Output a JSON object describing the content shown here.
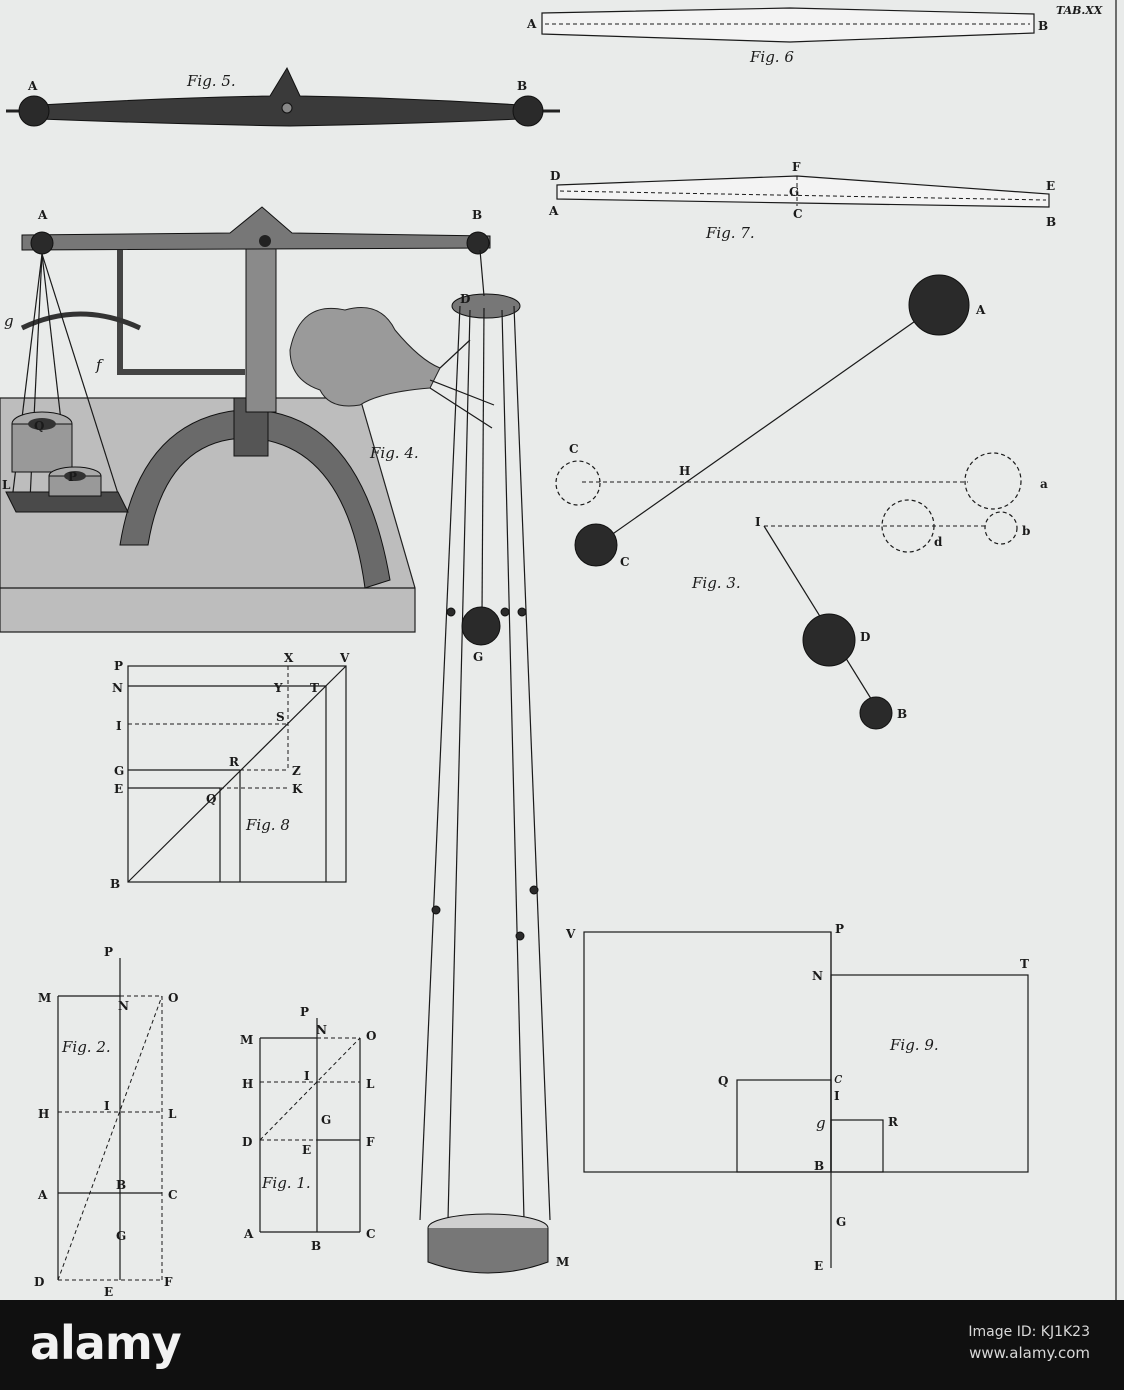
{
  "plate": {
    "tab_label": "TAB.XX",
    "figures": {
      "fig1": {
        "caption": "Fig. 1.",
        "labels": [
          "P",
          "N",
          "M",
          "O",
          "H",
          "I",
          "L",
          "G",
          "D",
          "E",
          "F",
          "A",
          "B",
          "C"
        ]
      },
      "fig2": {
        "caption": "Fig. 2.",
        "labels": [
          "P",
          "M",
          "N",
          "O",
          "H",
          "I",
          "L",
          "A",
          "B",
          "C",
          "G",
          "D",
          "E",
          "F"
        ]
      },
      "fig3": {
        "caption": "Fig. 3.",
        "labels": [
          "A",
          "H",
          "C",
          "a",
          "I",
          "d",
          "b",
          "C",
          "D",
          "B"
        ]
      },
      "fig4": {
        "caption": "Fig. 4.",
        "labels": [
          "A",
          "B",
          "D",
          "g",
          "f",
          "Q",
          "P",
          "L",
          "G",
          "M"
        ]
      },
      "fig5": {
        "caption": "Fig. 5.",
        "labels": [
          "A",
          "B"
        ]
      },
      "fig6": {
        "caption": "Fig. 6",
        "labels": [
          "A",
          "B"
        ]
      },
      "fig7": {
        "caption": "Fig. 7.",
        "labels": [
          "D",
          "F",
          "E",
          "G",
          "A",
          "C",
          "B"
        ]
      },
      "fig8": {
        "caption": "Fig. 8",
        "labels": [
          "P",
          "X",
          "V",
          "N",
          "Y",
          "T",
          "I",
          "S",
          "G",
          "R",
          "Z",
          "E",
          "K",
          "Q",
          "B"
        ]
      },
      "fig9": {
        "caption": "Fig. 9.",
        "labels": [
          "V",
          "P",
          "N",
          "T",
          "Q",
          "c",
          "I",
          "g",
          "R",
          "B",
          "G",
          "E"
        ]
      }
    }
  },
  "footer": {
    "brand": "alamy",
    "image_id": "Image ID: KJ1K23",
    "url": "www.alamy.com"
  }
}
